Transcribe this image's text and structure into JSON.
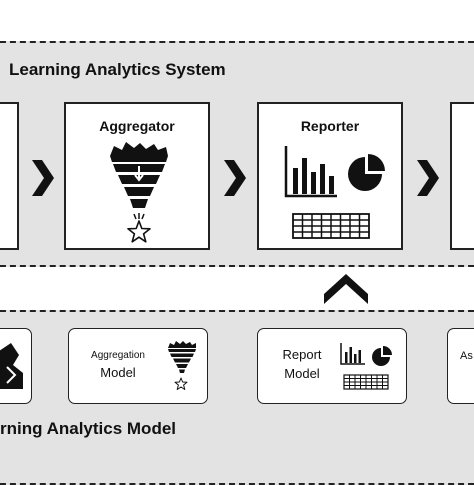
{
  "system": {
    "title": "Learning Analytics System",
    "components": [
      {
        "id": "left-partial"
      },
      {
        "id": "aggregator",
        "title": "Aggregator"
      },
      {
        "id": "reporter",
        "title": "Reporter"
      },
      {
        "id": "right-partial"
      }
    ]
  },
  "model": {
    "title": "rning Analytics Model",
    "items": [
      {
        "id": "left-partial"
      },
      {
        "id": "aggregation-model",
        "line1": "Aggregation",
        "line2": "Model"
      },
      {
        "id": "report-model",
        "line1": "Report",
        "line2": "Model"
      },
      {
        "id": "right-partial",
        "line1": "As"
      }
    ]
  },
  "icons": [
    "funnel-icon",
    "star-icon",
    "bar-chart-icon",
    "pie-chart-icon",
    "table-grid-icon",
    "chevron-right-icon",
    "chevron-up-icon"
  ],
  "colors": {
    "frame_fill": "#e3e3e3",
    "stroke": "#222222",
    "box_fill": "#ffffff"
  }
}
